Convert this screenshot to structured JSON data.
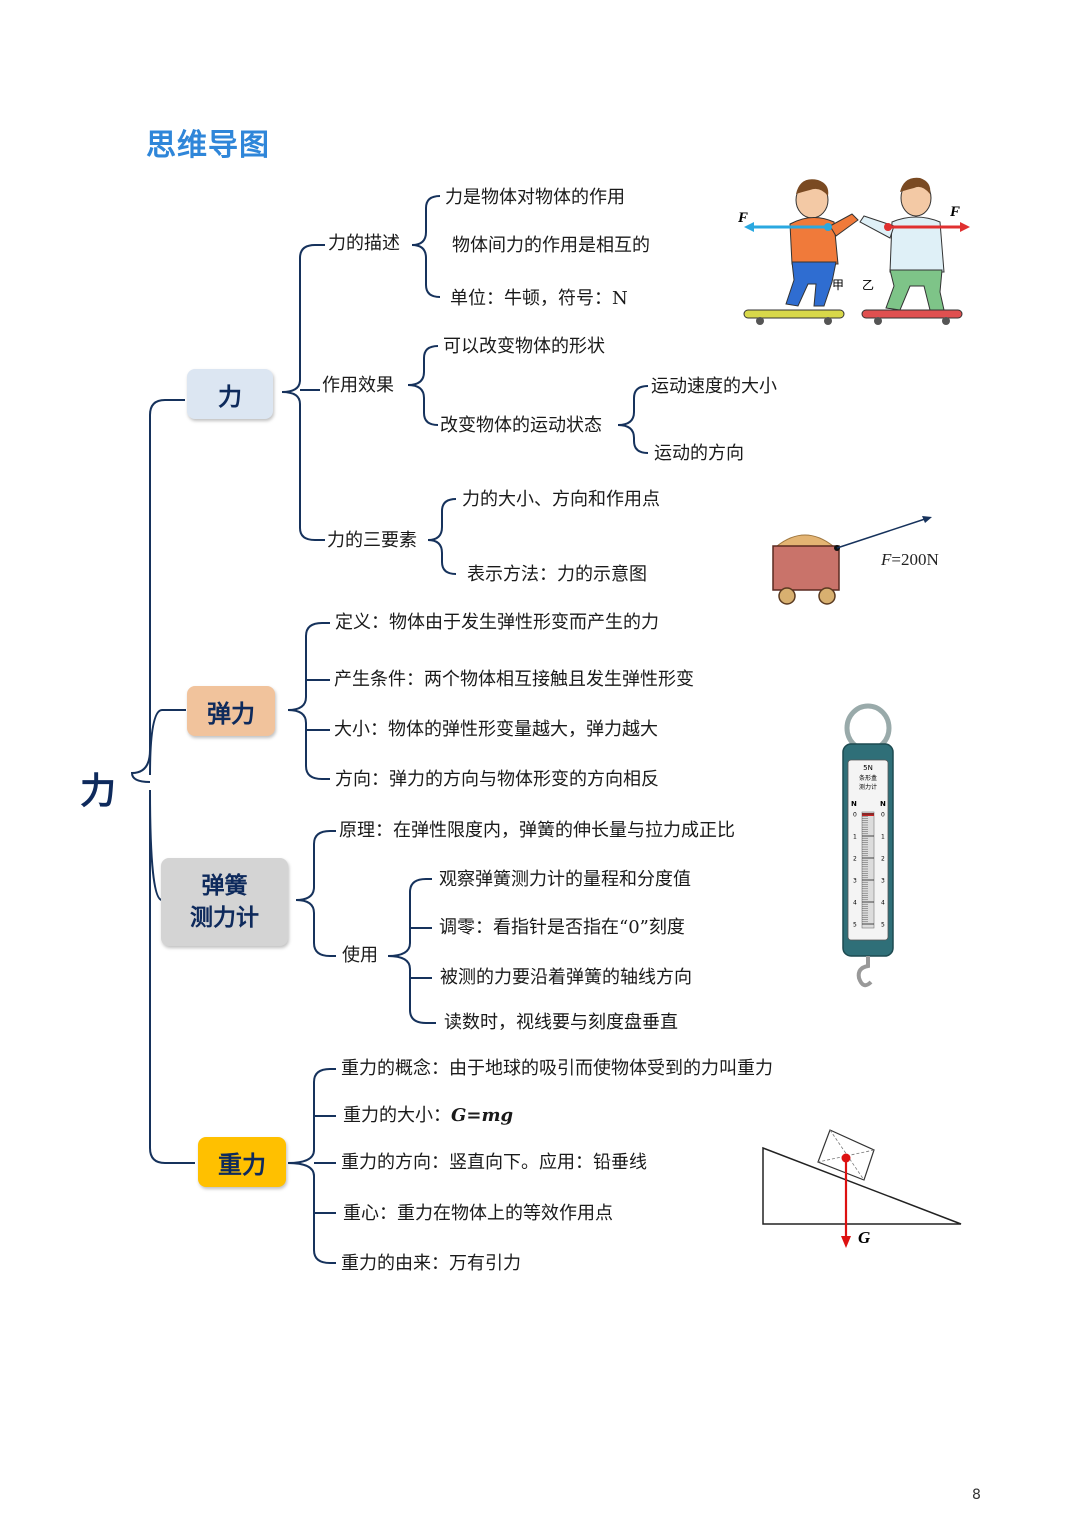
{
  "title": "思维导图",
  "root": "力",
  "colors": {
    "force": "#dce6f2",
    "elastic": "#f1c39c",
    "spring": "#d4d4d4",
    "gravity": "#ffc000",
    "title": "#2f86d9",
    "line": "#16325c"
  },
  "branches": {
    "force": {
      "label": "力",
      "desc": {
        "label": "力的描述",
        "items": [
          "力是物体对物体的作用",
          "物体间力的作用是相互的",
          "单位：牛顿，符号：N"
        ]
      },
      "effect": {
        "label": "作用效果",
        "item1": "可以改变物体的形状",
        "item2": "改变物体的运动状态",
        "sub": [
          "运动速度的大小",
          "运动的方向"
        ]
      },
      "three": {
        "label": "力的三要素",
        "items": [
          "力的大小、方向和作用点",
          "表示方法：力的示意图"
        ]
      }
    },
    "elastic": {
      "label": "弹力",
      "items": [
        "定义：物体由于发生弹性形变而产生的力",
        "产生条件：两个物体相互接触且发生弹性形变",
        "大小：物体的弹性形变量越大，弹力越大",
        "方向：弹力的方向与物体形变的方向相反"
      ]
    },
    "spring": {
      "label_line1": "弹簧",
      "label_line2": "测力计",
      "principle": "原理：在弹性限度内，弹簧的伸长量与拉力成正比",
      "use": {
        "label": "使用",
        "items": [
          "观察弹簧测力计的量程和分度值",
          "调零：看指针是否指在“0”刻度",
          "被测的力要沿着弹簧的轴线方向",
          "读数时，视线要与刻度盘垂直"
        ]
      }
    },
    "gravity": {
      "label": "重力",
      "items": [
        "重力的概念：由于地球的吸引而使物体受到的力叫重力",
        "重力的大小：",
        "重力的方向：竖直向下。应用：铅垂线",
        "重心：重力在物体上的等效作用点",
        "重力的由来：万有引力"
      ],
      "formula": "G=mg"
    }
  },
  "illustrations": {
    "skaters": {
      "left_label": "F",
      "right_label": "F",
      "jia": "甲",
      "yi": "乙"
    },
    "cart": {
      "force_label": "F",
      "force_value": "=200N"
    },
    "spring_scale": {
      "top1": "5N",
      "top2": "条形盒",
      "top3": "测力计",
      "unit_left": "N",
      "unit_right": "N",
      "ticks": [
        "0",
        "1",
        "2",
        "3",
        "4",
        "5"
      ]
    },
    "incline": {
      "g_label": "G"
    }
  },
  "page_number": "8"
}
